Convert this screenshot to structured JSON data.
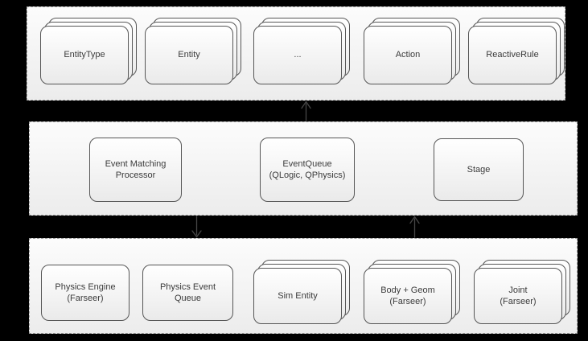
{
  "diagram": {
    "colors": {
      "background": "#000000",
      "band_fill_top": "#fcfcfc",
      "band_fill_bottom": "#ececec",
      "band_border": "#9e9e9e",
      "card_border": "#565656",
      "card_fill_top": "#ffffff",
      "card_fill_bottom": "#eaeaea",
      "text": "#3b3b3b",
      "arrow": "#474747"
    },
    "bands": {
      "top": {
        "nodes": [
          {
            "label": "EntityType",
            "stacked": true
          },
          {
            "label": "Entity",
            "stacked": true
          },
          {
            "label": "...",
            "stacked": true
          },
          {
            "label": "Action",
            "stacked": true
          },
          {
            "label": "ReactiveRule",
            "stacked": true
          }
        ]
      },
      "middle": {
        "nodes": [
          {
            "label": "Event Matching\nProcessor",
            "stacked": false
          },
          {
            "label": "EventQueue\n(QLogic, QPhysics)",
            "stacked": false
          },
          {
            "label": "Stage",
            "stacked": false
          }
        ]
      },
      "bottom": {
        "nodes": [
          {
            "label": "Physics Engine\n(Farseer)",
            "stacked": false
          },
          {
            "label": "Physics Event Queue",
            "stacked": false
          },
          {
            "label": "Sim Entity",
            "stacked": true
          },
          {
            "label": "Body + Geom\n(Farseer)",
            "stacked": true
          },
          {
            "label": "Joint\n(Farseer)",
            "stacked": true
          }
        ]
      }
    },
    "arrows": [
      {
        "name": "middle-to-top",
        "direction": "up"
      },
      {
        "name": "middle-to-bottom",
        "direction": "down"
      },
      {
        "name": "bottom-to-middle",
        "direction": "up"
      }
    ]
  }
}
